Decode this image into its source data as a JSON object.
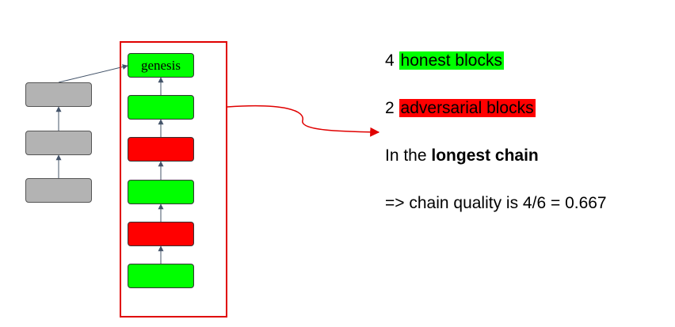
{
  "colors": {
    "honest": "#00ff00",
    "adversarial": "#ff0000",
    "fork_block": "#b3b3b3",
    "frame": "#e00000",
    "arrow": "#44546a",
    "curve": "#e00000"
  },
  "main_chain": {
    "genesis_label": "genesis",
    "blocks": [
      "honest",
      "honest",
      "adversarial",
      "honest",
      "adversarial",
      "honest"
    ]
  },
  "fork_chain": {
    "blocks": [
      "fork",
      "fork",
      "fork"
    ]
  },
  "annotations": {
    "honest_count": "4",
    "honest_label": "honest blocks",
    "adversarial_count": "2",
    "adversarial_label": "adversarial blocks",
    "longest_prefix": "In the",
    "longest_label": "longest chain",
    "quality_text": "=> chain quality is 4/6 = 0.667"
  }
}
